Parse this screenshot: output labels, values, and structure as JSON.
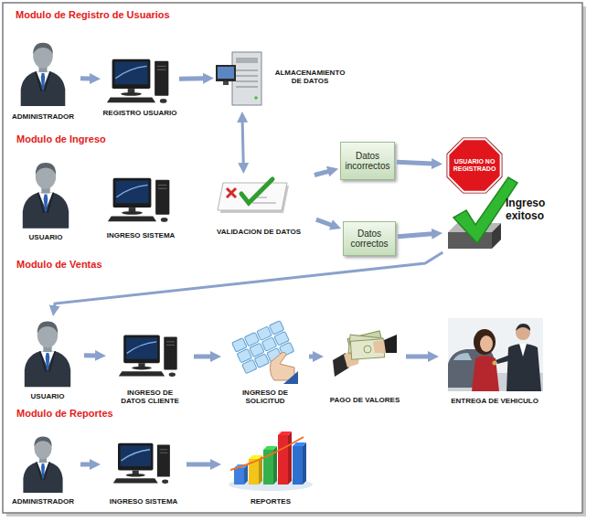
{
  "diagram": {
    "nodes": [
      {
        "text": [
          "ADMINISTRADOR"
        ]
      },
      {
        "text": [
          "REGISTRO USUARIO"
        ]
      },
      {
        "text": [
          "ALMACENAMIENTO DE DATOS"
        ]
      },
      {
        "text": [
          "USUARIO"
        ]
      },
      {
        "text": [
          "INGRESO SISTEMA"
        ]
      },
      {
        "text": [
          "VALIDACION DE DATOS"
        ]
      },
      {
        "text": [
          "Datos incorrectos"
        ]
      },
      {
        "text": [
          "USUARIO NO REGISTRADO"
        ]
      },
      {
        "text": [
          "Datos correctos"
        ]
      },
      {
        "text": [
          "Ingreso exitoso"
        ]
      },
      {
        "text": [
          "USUARIO"
        ]
      },
      {
        "text": [
          "INGRESO DE DATOS CLIENTE"
        ]
      },
      {
        "text": [
          "INGRESO DE SOLICITUD"
        ]
      },
      {
        "text": [
          "PAGO DE VALORES"
        ]
      },
      {
        "text": [
          "ENTREGA DE VEHICULO"
        ]
      },
      {
        "text": [
          "ADMINISTRADOR"
        ]
      },
      {
        "text": [
          "INGRESO SISTEMA"
        ]
      },
      {
        "text": [
          "REPORTES"
        ]
      }
    ],
    "edges": [
      {
        "from": 0,
        "to": 1,
        "arrow": "to"
      },
      {
        "from": 1,
        "to": 2,
        "arrow": "to"
      },
      {
        "from": 2,
        "to": 5,
        "arrow": "both"
      },
      {
        "from": 5,
        "to": 6,
        "arrow": "to"
      },
      {
        "from": 5,
        "to": 8,
        "arrow": "to"
      },
      {
        "from": 6,
        "to": 7,
        "arrow": "to"
      },
      {
        "from": 8,
        "to": 9,
        "arrow": "to"
      },
      {
        "from": 9,
        "to": 10,
        "arrow": "to"
      },
      {
        "from": 10,
        "to": 11,
        "arrow": "to"
      },
      {
        "from": 11,
        "to": 12,
        "arrow": "to"
      },
      {
        "from": 12,
        "to": 13,
        "arrow": "to"
      },
      {
        "from": 13,
        "to": 14,
        "arrow": "to"
      },
      {
        "from": 15,
        "to": 16,
        "arrow": "to"
      },
      {
        "from": 16,
        "to": 17,
        "arrow": "to"
      }
    ],
    "labels": [
      "Modulo de Registro de Usuarios",
      "Modulo de Ingreso",
      "Modulo de Ventas",
      "Modulo de Reportes"
    ]
  }
}
